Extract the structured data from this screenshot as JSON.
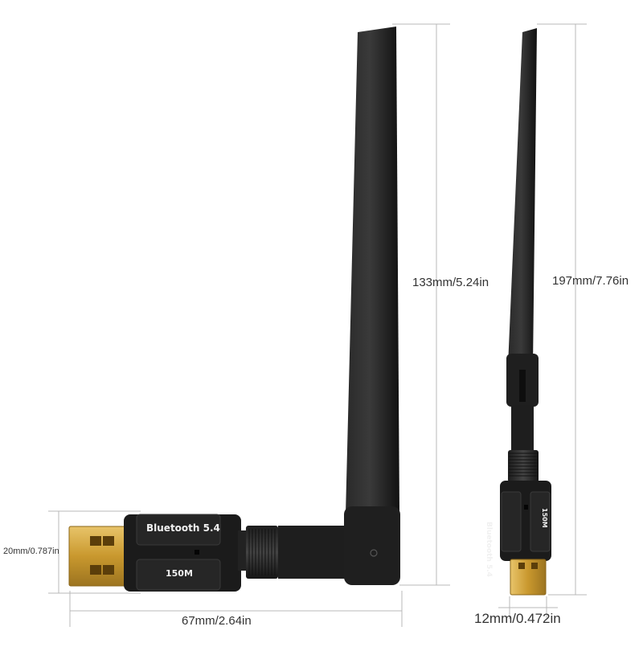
{
  "product": {
    "front_label_bluetooth": "Bluetooth 5.4",
    "front_label_rate": "150M",
    "side_label_bluetooth": "Bluetooth 5.4",
    "side_label_rate": "150M"
  },
  "dimensions": {
    "antenna_height": "133mm/5.24in",
    "total_height": "197mm/7.76in",
    "body_height": "20mm/0.787in",
    "total_length": "67mm/2.64in",
    "side_thickness": "12mm/0.472in"
  },
  "colors": {
    "background": "#ffffff",
    "plastic": "#1b1b1b",
    "connector_gold": "#c9982e",
    "dimension_line": "#b9b9b9",
    "label_text": "#333333"
  }
}
